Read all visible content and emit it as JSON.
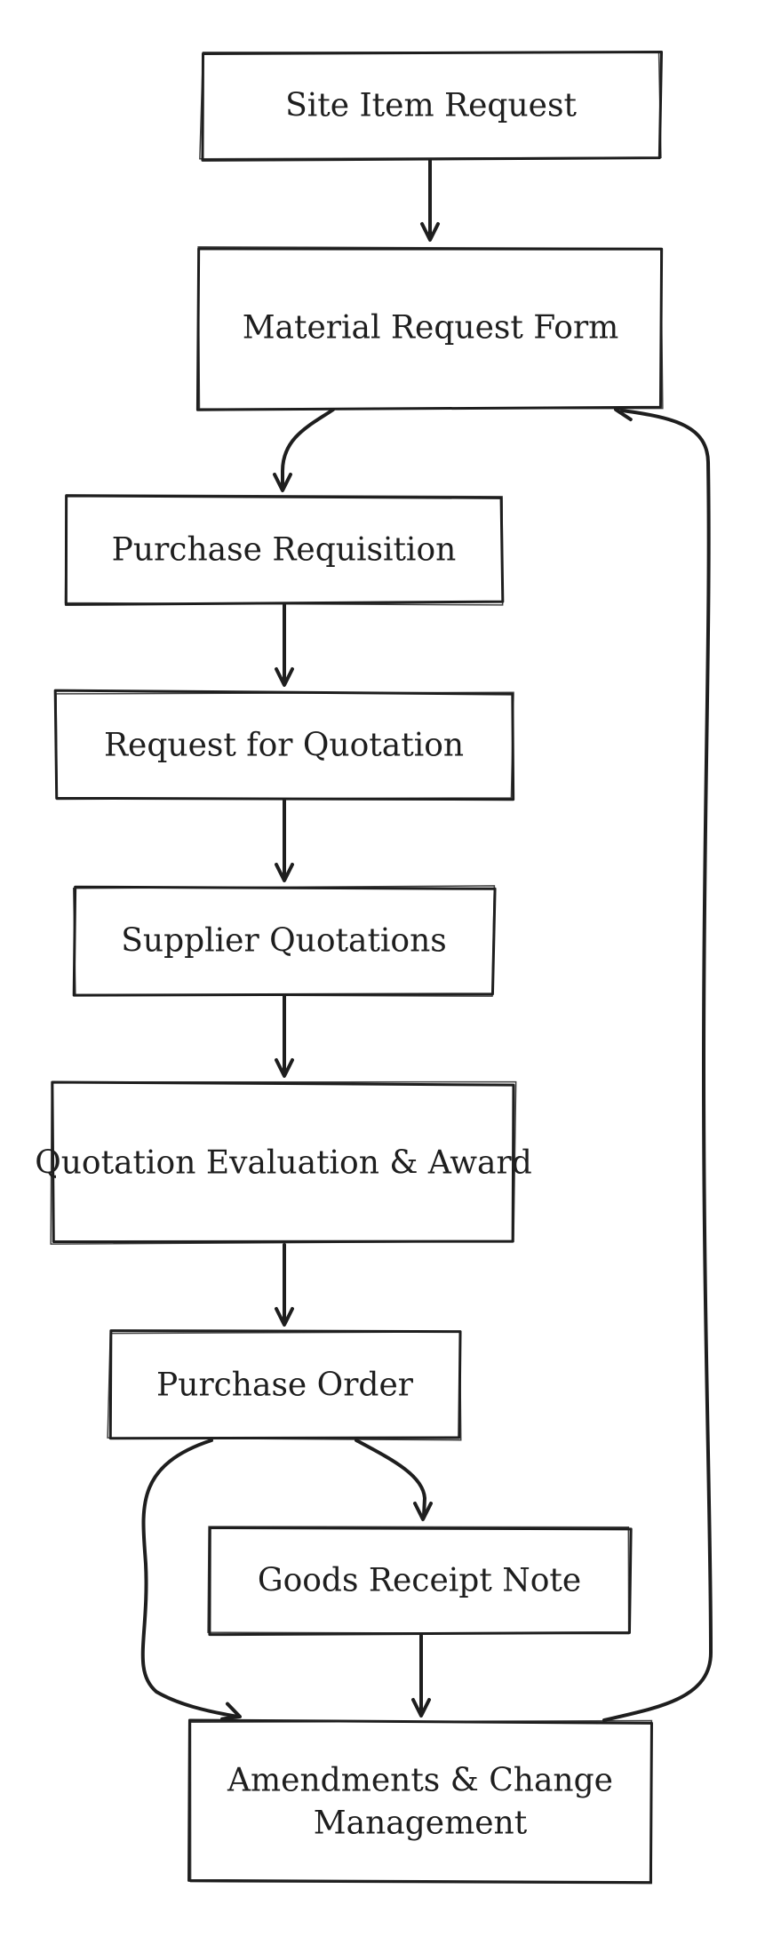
{
  "diagram": {
    "nodes": [
      {
        "id": "site-item-request",
        "lines": [
          "Site Item Request"
        ]
      },
      {
        "id": "material-request-form",
        "lines": [
          "Material Request Form"
        ]
      },
      {
        "id": "purchase-requisition",
        "lines": [
          "Purchase Requisition"
        ]
      },
      {
        "id": "request-for-quotation",
        "lines": [
          "Request for Quotation"
        ]
      },
      {
        "id": "supplier-quotations",
        "lines": [
          "Supplier Quotations"
        ]
      },
      {
        "id": "quotation-evaluation-award",
        "lines": [
          "Quotation Evaluation & Award"
        ]
      },
      {
        "id": "purchase-order",
        "lines": [
          "Purchase Order"
        ]
      },
      {
        "id": "goods-receipt-note",
        "lines": [
          "Goods Receipt Note"
        ]
      },
      {
        "id": "amendments-change-management",
        "lines": [
          "Amendments & Change",
          "Management"
        ]
      }
    ],
    "edges": [
      {
        "from": "site-item-request",
        "to": "material-request-form"
      },
      {
        "from": "material-request-form",
        "to": "purchase-requisition"
      },
      {
        "from": "purchase-requisition",
        "to": "request-for-quotation"
      },
      {
        "from": "request-for-quotation",
        "to": "supplier-quotations"
      },
      {
        "from": "supplier-quotations",
        "to": "quotation-evaluation-award"
      },
      {
        "from": "quotation-evaluation-award",
        "to": "purchase-order"
      },
      {
        "from": "purchase-order",
        "to": "goods-receipt-note"
      },
      {
        "from": "purchase-order",
        "to": "amendments-change-management"
      },
      {
        "from": "goods-receipt-note",
        "to": "amendments-change-management"
      },
      {
        "from": "amendments-change-management",
        "to": "material-request-form"
      }
    ]
  }
}
